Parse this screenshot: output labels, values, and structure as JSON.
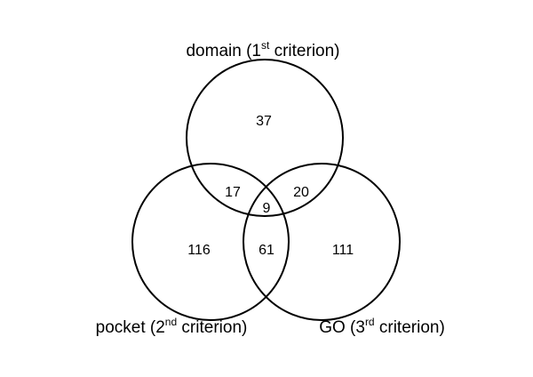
{
  "venn": {
    "sets": [
      {
        "id": "domain",
        "name": "domain",
        "label_prefix": "domain (1",
        "label_sup": "st",
        "label_suffix": " criterion)"
      },
      {
        "id": "pocket",
        "name": "pocket",
        "label_prefix": "pocket (2",
        "label_sup": "nd",
        "label_suffix": " criterion)"
      },
      {
        "id": "go",
        "name": "GO",
        "label_prefix": "GO (3",
        "label_sup": "rd",
        "label_suffix": " criterion)"
      }
    ],
    "regions": {
      "domain_only": "37",
      "pocket_only": "116",
      "go_only": "111",
      "domain_pocket": "17",
      "domain_go": "20",
      "pocket_go": "61",
      "all_three": "9"
    },
    "colors": {
      "stroke": "#000000",
      "background": "#ffffff"
    }
  }
}
